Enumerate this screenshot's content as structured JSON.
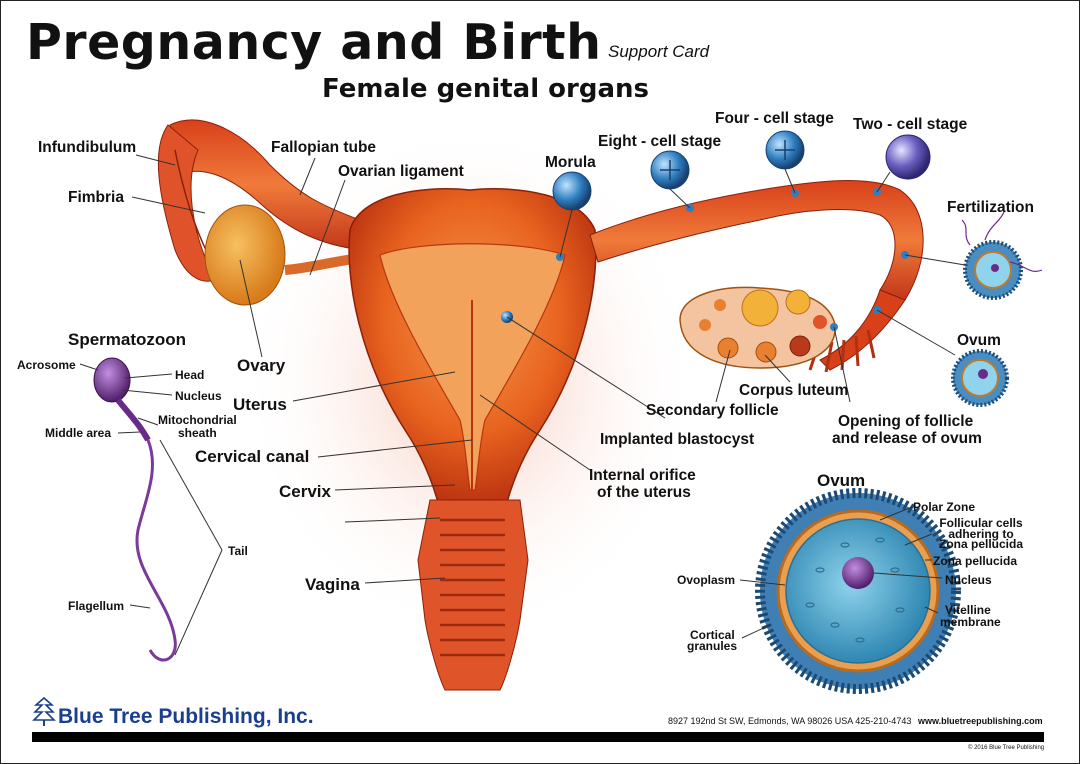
{
  "header": {
    "title": "Pregnancy and Birth",
    "subtitle": "Support Card",
    "heading": "Female genital organs"
  },
  "labels": {
    "infundibulum": "Infundibulum",
    "fallopian_tube": "Fallopian tube",
    "ovarian_ligament": "Ovarian ligament",
    "fimbria": "Fimbria",
    "ovary": "Ovary",
    "uterus": "Uterus",
    "cervical_canal": "Cervical canal",
    "cervix": "Cervix",
    "vagina": "Vagina",
    "morula": "Morula",
    "eight_cell": "Eight - cell stage",
    "four_cell": "Four - cell stage",
    "two_cell": "Two - cell stage",
    "fertilization": "Fertilization",
    "ovum": "Ovum",
    "corpus_luteum": "Corpus luteum",
    "secondary_follicle": "Secondary follicle",
    "opening_follicle_1": "Opening of follicle",
    "opening_follicle_2": "and release of ovum",
    "implanted_blastocyst": "Implanted blastocyst",
    "internal_orifice_1": "Internal orifice",
    "internal_orifice_2": "of the uterus"
  },
  "sperm": {
    "title": "Spermatozoon",
    "acrosome": "Acrosome",
    "head": "Head",
    "nucleus": "Nucleus",
    "mitochondrial_1": "Mitochondrial",
    "mitochondrial_2": "sheath",
    "middle_area": "Middle area",
    "tail": "Tail",
    "flagellum": "Flagellum"
  },
  "ovum_detail": {
    "title": "Ovum",
    "polar_zone": "Polar Zone",
    "follicular_1": "Follicular cells",
    "follicular_2": "adhering to",
    "follicular_3": "Zona pellucida",
    "zona_pellucida": "Zona pellucida",
    "nucleus": "Nucleus",
    "vitelline_1": "Vitelline",
    "vitelline_2": "membrane",
    "ovoplasm": "Ovoplasm",
    "cortical_1": "Cortical",
    "cortical_2": "granules"
  },
  "footer": {
    "publisher": "Blue Tree Publishing, Inc.",
    "address": "8927 192nd St SW, Edmonds, WA 98026 USA 425-210-4743",
    "website": "www.bluetreepublishing.com",
    "copyright": "© 2016 Blue Tree Publishing"
  },
  "colors": {
    "tissue": "#e8631f",
    "tissue_dark": "#b8300f",
    "ovary": "#f0a030",
    "cell_blue": "#2f7ec0",
    "sperm_purple": "#6a2a8a",
    "publisher_blue": "#1b3f8f"
  }
}
